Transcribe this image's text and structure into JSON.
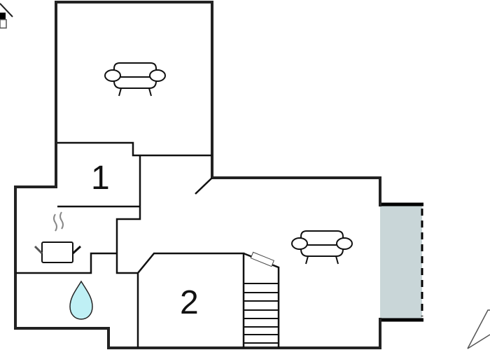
{
  "plan": {
    "rooms": [
      {
        "id": "living-top",
        "icon": "sofa-icon"
      },
      {
        "id": "bedroom-1",
        "label": "1"
      },
      {
        "id": "kitchen",
        "icon": "cooking-pot-icon"
      },
      {
        "id": "bathroom",
        "icon": "water-drop-icon"
      },
      {
        "id": "bedroom-2",
        "label": "2"
      },
      {
        "id": "living-right",
        "icon": "sofa-icon"
      },
      {
        "id": "balcony"
      }
    ],
    "colors": {
      "wall": "#222222",
      "balcony": "#c9d6d8",
      "water": "#bff0f5"
    },
    "icons": [
      "house-icon",
      "compass-arrow-icon",
      "stairs-icon",
      "window-icon"
    ]
  }
}
